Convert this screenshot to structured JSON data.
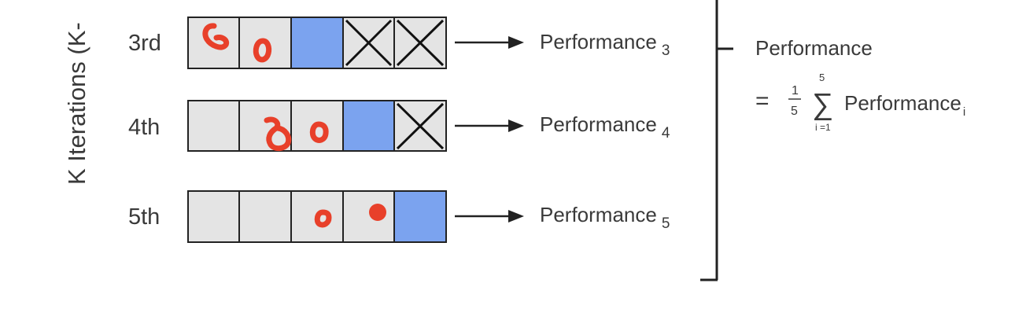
{
  "axis_label": "K Iterations (K-",
  "rows": [
    {
      "label": "3rd",
      "perf_text": "Performance",
      "perf_sub": "3",
      "cells": [
        "gray",
        "gray",
        "blue",
        "cross",
        "cross"
      ]
    },
    {
      "label": "4th",
      "perf_text": "Performance",
      "perf_sub": "4",
      "cells": [
        "gray",
        "gray",
        "gray",
        "blue",
        "cross"
      ]
    },
    {
      "label": "5th",
      "perf_text": "Performance",
      "perf_sub": "5",
      "cells": [
        "gray",
        "gray",
        "gray",
        "gray",
        "blue"
      ]
    }
  ],
  "summary": {
    "title": "Performance",
    "equals": "=",
    "frac_num": "1",
    "frac_den": "5",
    "sum_upper": "5",
    "sum_symbol": "∑",
    "sum_lower": "i =1",
    "term": "Performance",
    "term_sub": "i"
  },
  "colors": {
    "cell_gray": "#e4e4e4",
    "cell_blue": "#7ba3ef",
    "annotation_red": "#e8402a",
    "line": "#222222"
  }
}
